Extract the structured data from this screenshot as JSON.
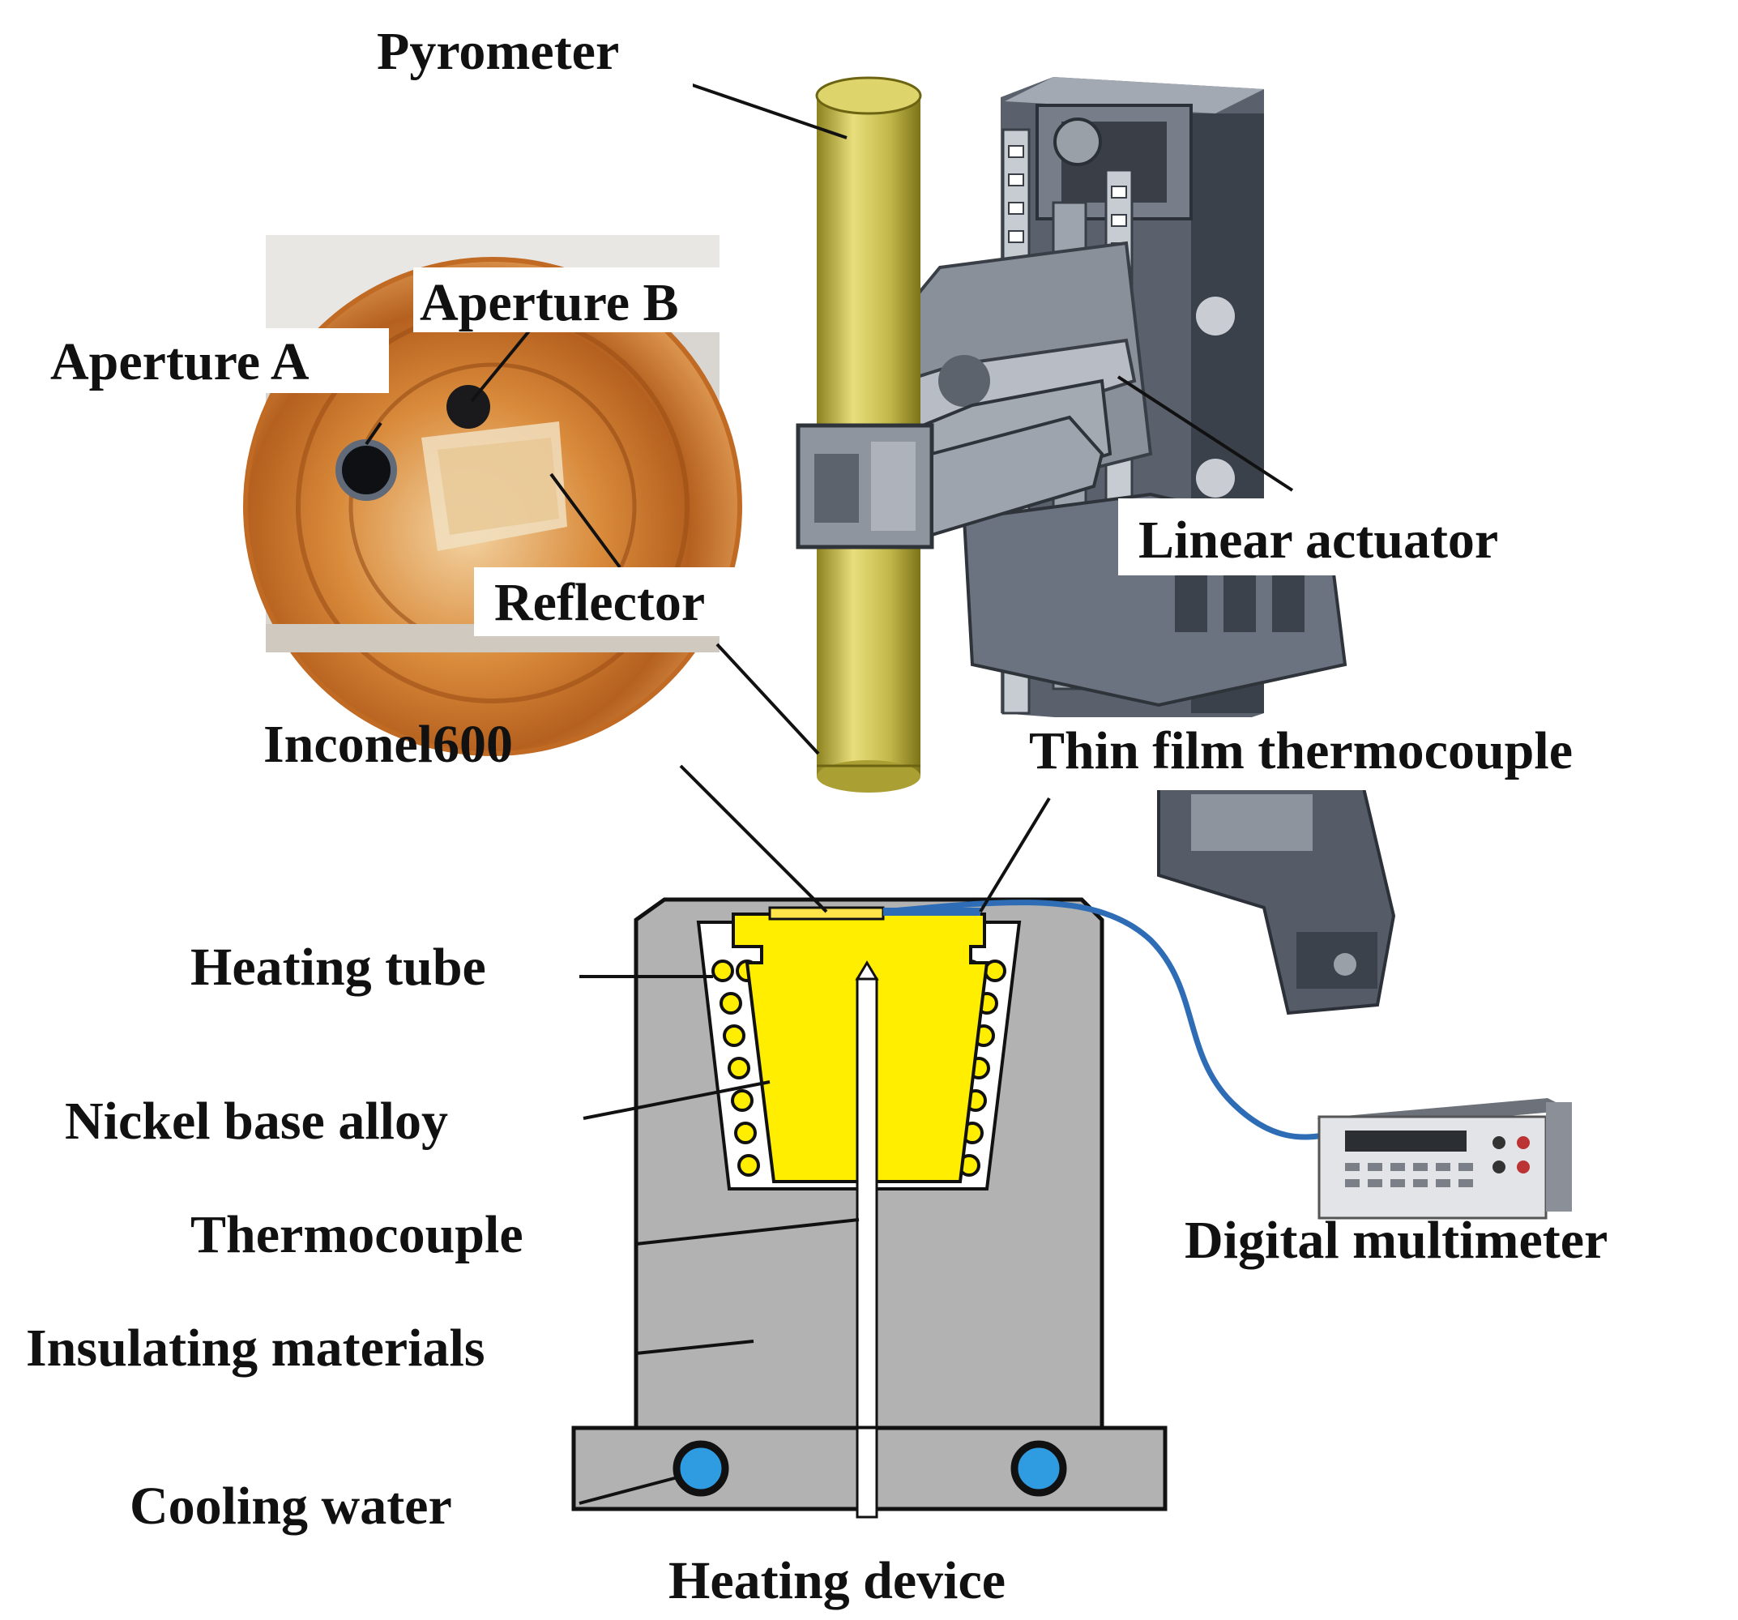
{
  "labels": {
    "pyrometer": "Pyrometer",
    "aperture_b": "Aperture B",
    "aperture_a": "Aperture A",
    "reflector": "Reflector",
    "linear_actuator": "Linear actuator",
    "inconel": "Inconel600",
    "thin_film_thermocouple": "Thin film thermocouple",
    "heating_tube": "Heating tube",
    "nickel_base_alloy": "Nickel base alloy",
    "thermocouple": "Thermocouple",
    "insulating_materials": "Insulating materials",
    "cooling_water": "Cooling water",
    "digital_multimeter": "Digital multimeter",
    "heating_device": "Heating device"
  },
  "colors": {
    "insulation_gray": "#b2b2b2",
    "alloy_yellow": "#ffee00",
    "pyrometer_olive": "#c2b84a",
    "cable_blue": "#2e6db5",
    "cooling_blue": "#2f9be0",
    "actuator_gray": "#6f7682",
    "copper": "#c8702a"
  }
}
